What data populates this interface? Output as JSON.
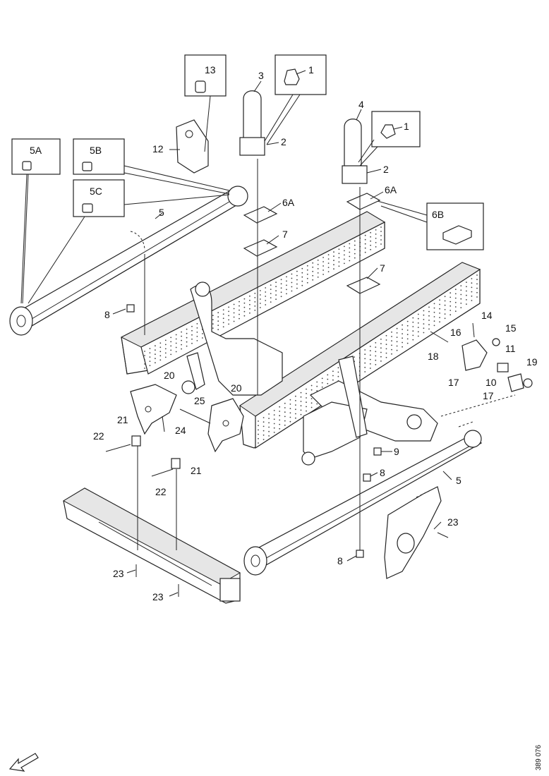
{
  "diagram": {
    "reference_number": "389 076",
    "callouts": {
      "c1a": "1",
      "c1b": "1",
      "c2a": "2",
      "c2b": "2",
      "c3": "3",
      "c4": "4",
      "c5a_box": "5A",
      "c5b_box": "5B",
      "c5c_box": "5C",
      "c5_left": "5",
      "c5_right": "5",
      "c6a_left": "6A",
      "c6a_right": "6A",
      "c6b_box": "6B",
      "c7_left": "7",
      "c7_right": "7",
      "c8_a": "8",
      "c8_b": "8",
      "c8_c": "8",
      "c9": "9",
      "c10": "10",
      "c11": "11",
      "c12": "12",
      "c13": "13",
      "c14": "14",
      "c15": "15",
      "c16": "16",
      "c17_a": "17",
      "c17_b": "17",
      "c18": "18",
      "c19": "19",
      "c20_a": "20",
      "c20_b": "20",
      "c21_a": "21",
      "c21_b": "21",
      "c22_a": "22",
      "c22_b": "22",
      "c23_a": "23",
      "c23_b": "23",
      "c23_c": "23",
      "c24": "24",
      "c25": "25"
    }
  }
}
